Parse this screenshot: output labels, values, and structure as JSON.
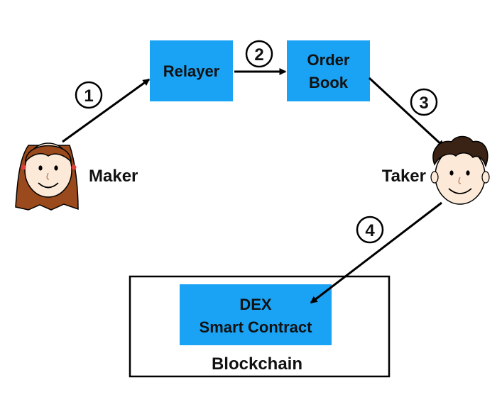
{
  "colors": {
    "box_fill": "#1aa3f5",
    "arrow": "#000000",
    "maker_hair": "#9a4a1c",
    "taker_hair": "#3a2314",
    "skin": "#fde9d8",
    "hair_tie": "#e0403a"
  },
  "nodes": {
    "relayer": {
      "label": "Relayer"
    },
    "order_book": {
      "line1": "Order",
      "line2": "Book"
    },
    "dex_contract": {
      "line1": "DEX",
      "line2": "Smart Contract"
    }
  },
  "container": {
    "label": "Blockchain"
  },
  "actors": {
    "maker": {
      "label": "Maker",
      "icon": "girl-face-icon"
    },
    "taker": {
      "label": "Taker",
      "icon": "boy-face-icon"
    }
  },
  "steps": [
    {
      "number": "1",
      "from": "maker",
      "to": "relayer"
    },
    {
      "number": "2",
      "from": "relayer",
      "to": "order_book"
    },
    {
      "number": "3",
      "from": "order_book",
      "to": "taker"
    },
    {
      "number": "4",
      "from": "taker",
      "to": "dex_contract"
    }
  ]
}
